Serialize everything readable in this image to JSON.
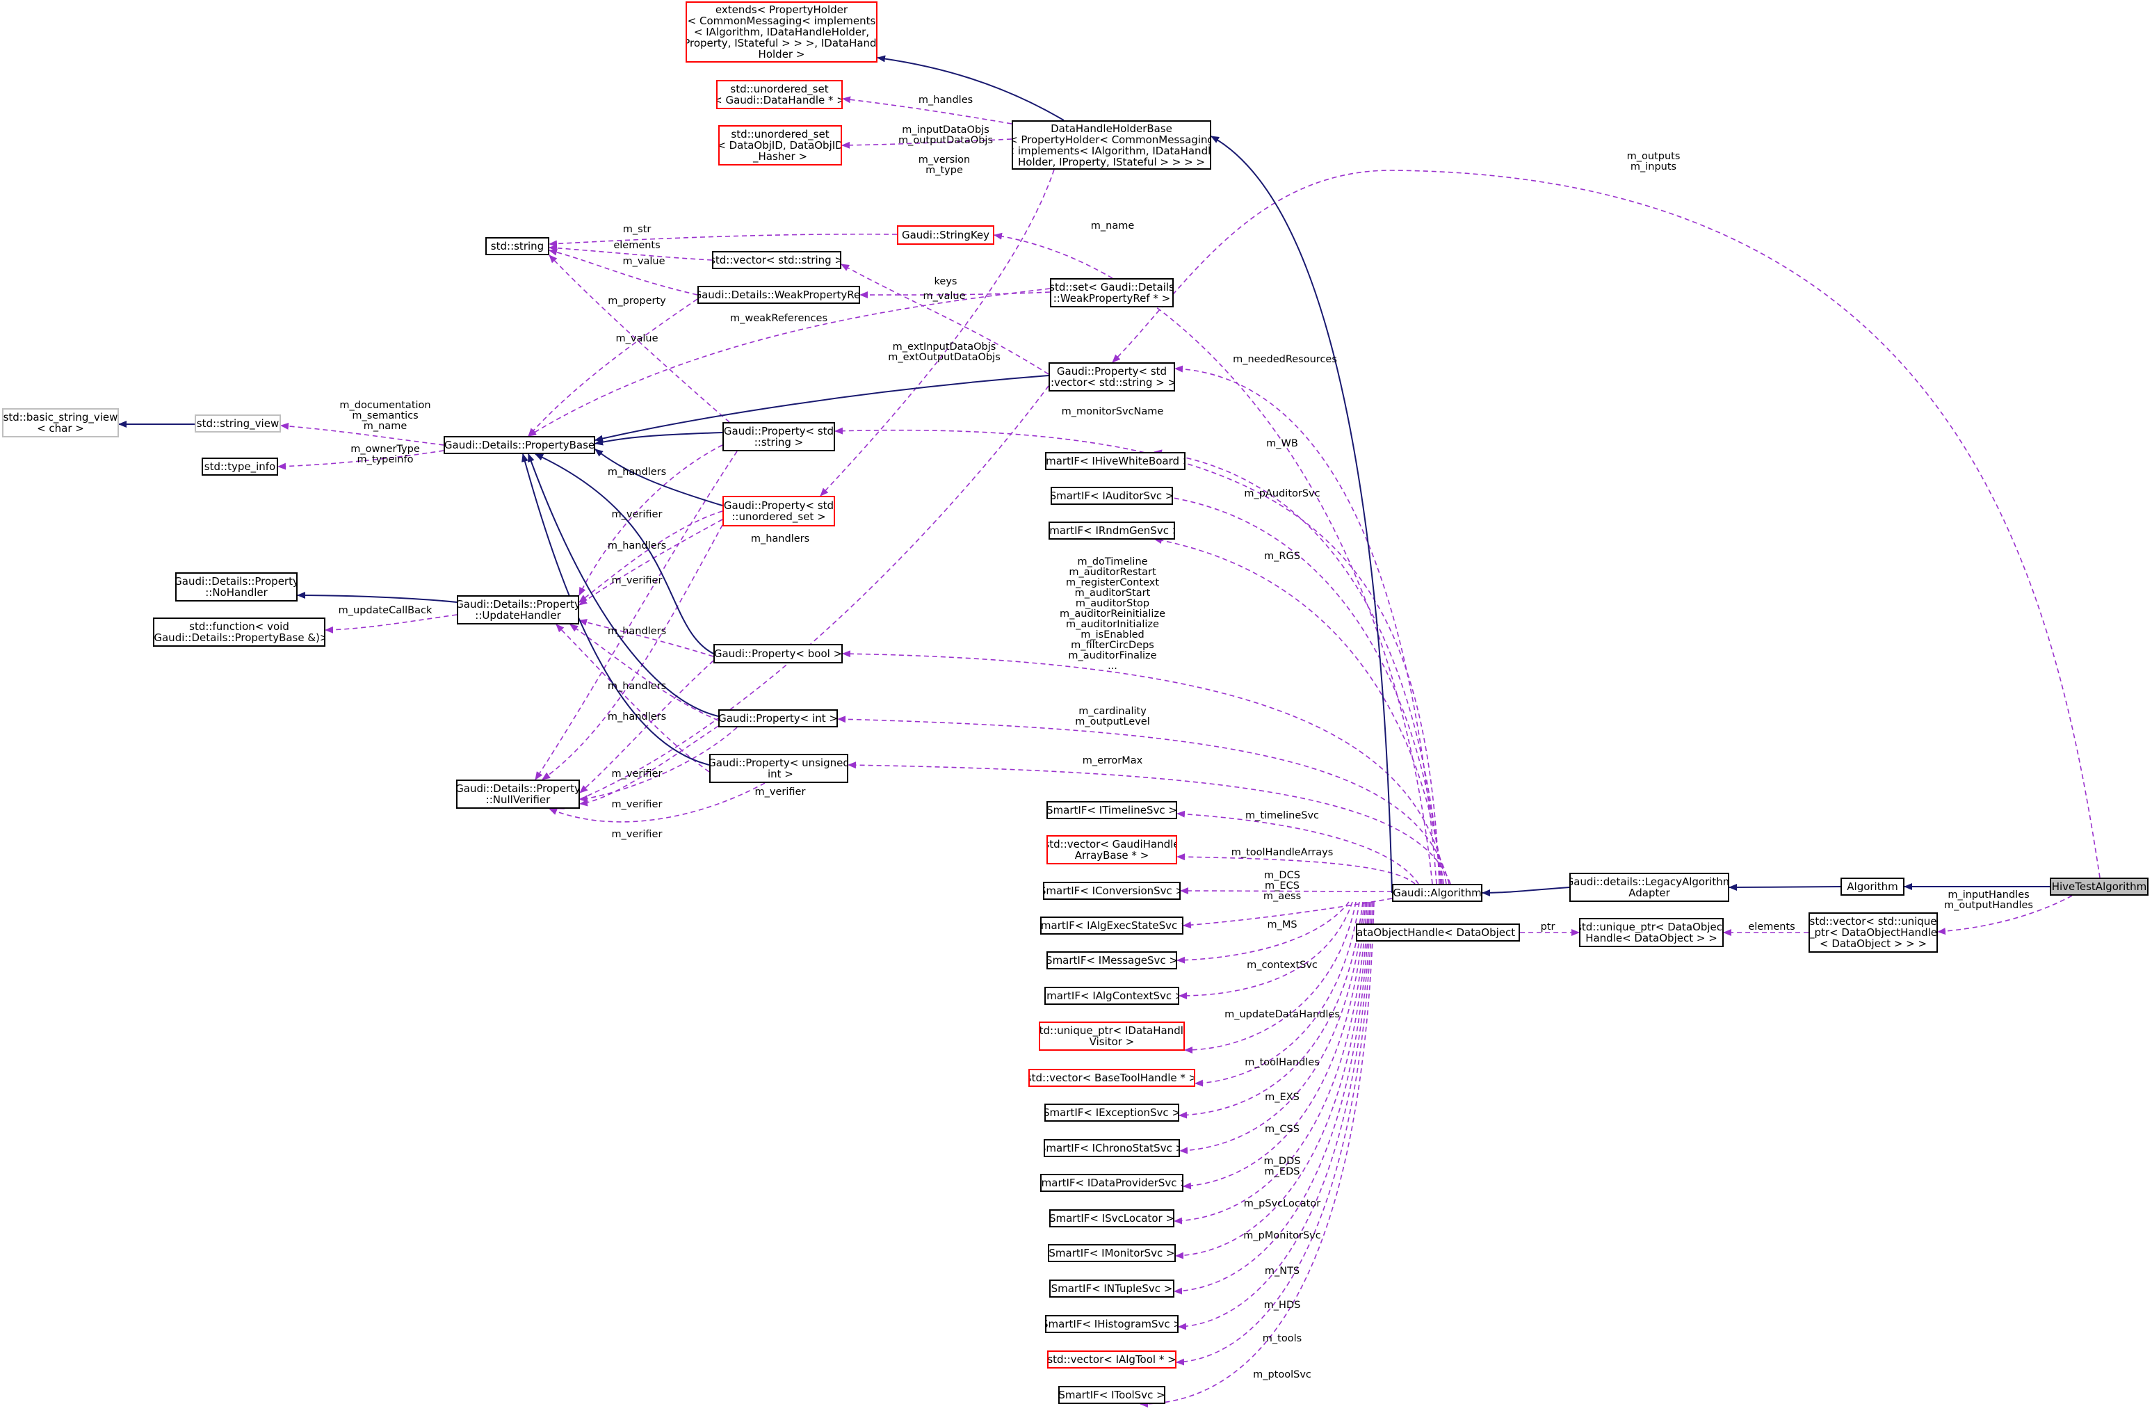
{
  "diagram": {
    "nodes": {
      "n_extends": "extends< PropertyHolder\n< CommonMessaging< implements\n< IAlgorithm, IDataHandleHolder,\n IProperty, IStateful > > >, IDataHandle\nHolder >",
      "n_uset_dh": "std::unordered_set\n< Gaudi::DataHandle * >",
      "n_uset_dobj": "std::unordered_set\n< DataObjID, DataObjID\n_Hasher >",
      "n_dhhb": "DataHandleHolderBase\n< PropertyHolder< CommonMessaging\n< implements< IAlgorithm, IDataHandle\nHolder, IProperty, IStateful > > > >",
      "n_string": "std::string",
      "n_stringkey": "Gaudi::StringKey",
      "n_vecstr": "std::vector< std::string >",
      "n_weakref": "Gaudi::Details::WeakPropertyRef",
      "n_setweak": "std::set< Gaudi::Details\n::WeakPropertyRef * >",
      "n_propvec": "Gaudi::Property< std\n::vector< std::string > >",
      "n_bsv": "std::basic_string_view\n< char >",
      "n_sv": "std::string_view",
      "n_propbase": "Gaudi::Details::PropertyBase",
      "n_typeinfo": "std::type_info",
      "n_propstr": "Gaudi::Property< std\n::string >",
      "n_propuset": "Gaudi::Property< std\n::unordered_set >",
      "n_nohandler": "Gaudi::Details::Property\n::NoHandler",
      "n_stdfunc": "std::function< void\n(Gaudi::Details::PropertyBase &)>",
      "n_updhandler": "Gaudi::Details::Property\n::UpdateHandler",
      "n_propbool": "Gaudi::Property< bool >",
      "n_propint": "Gaudi::Property< int >",
      "n_propuint": "Gaudi::Property< unsigned\n int >",
      "n_nullverifier": "Gaudi::Details::Property\n::NullVerifier",
      "n_si_wb": "SmartIF< IHiveWhiteBoard >",
      "n_si_aud": "SmartIF< IAuditorSvc >",
      "n_si_rnd": "SmartIF< IRndmGenSvc >",
      "n_si_tl": "SmartIF< ITimelineSvc >",
      "n_vec_gh": "std::vector< GaudiHandle\nArrayBase * >",
      "n_si_conv": "SmartIF< IConversionSvc >",
      "n_si_aes": "SmartIF< IAlgExecStateSvc >",
      "n_si_msg": "SmartIF< IMessageSvc >",
      "n_si_actx": "SmartIF< IAlgContextSvc >",
      "n_up_dhv": "std::unique_ptr< IDataHandle\nVisitor >",
      "n_vec_bth": "std::vector< BaseToolHandle * >",
      "n_si_exc": "SmartIF< IExceptionSvc >",
      "n_si_chr": "SmartIF< IChronoStatSvc >",
      "n_si_dp": "SmartIF< IDataProviderSvc >",
      "n_si_sl": "SmartIF< ISvcLocator >",
      "n_si_mon": "SmartIF< IMonitorSvc >",
      "n_si_nt": "SmartIF< INTupleSvc >",
      "n_si_hist": "SmartIF< IHistogramSvc >",
      "n_vec_tool": "std::vector< IAlgTool * >",
      "n_si_tool": "SmartIF< IToolSvc >",
      "n_algorithm": "Gaudi::Algorithm",
      "n_doh": "DataObjectHandle< DataObject >",
      "n_legacy": "Gaudi::details::LegacyAlgorithm\nAdapter",
      "n_up_doh": "std::unique_ptr< DataObject\nHandle< DataObject > >",
      "n_alg": "Algorithm",
      "n_vec_up": "std::vector< std::unique\n_ptr< DataObjectHandle\n< DataObject > > >",
      "n_hive": "HiveTestAlgorithm"
    },
    "labels": {
      "l_handles": "m_handles",
      "l_inputobjs": "m_inputDataObjs\nm_outputDataObjs",
      "l_version": "m_version\nm_type",
      "l_outputs": "m_outputs\nm_inputs",
      "l_name": "m_name",
      "l_str": "m_str",
      "l_elements": "elements",
      "l_value1": "m_value",
      "l_keys": "keys",
      "l_value2": "m_value",
      "l_property": "m_property",
      "l_weakrefs": "m_weakReferences",
      "l_value3": "m_value",
      "l_extinput": "m_extInputDataObjs\nm_extOutputDataObjs",
      "l_needed": "m_neededResources",
      "l_doc": "m_documentation\nm_semantics\nm_name",
      "l_monitor": "m_monitorSvcName",
      "l_owner": "m_ownerType\nm_typeinfo",
      "l_handlers1": "m_handlers",
      "l_wb": "m_WB",
      "l_verifier1": "m_verifier",
      "l_paud": "m_pAuditorSvc",
      "l_handlers2": "m_handlers",
      "l_handlers3": "m_handlers",
      "l_rgs": "m_RGS",
      "l_updcb": "m_updateCallBack",
      "l_verifier2": "m_verifier",
      "l_dotimeline": "m_doTimeline\nm_auditorRestart\nm_registerContext\nm_auditorStart\nm_auditorStop\nm_auditorReinitialize\nm_auditorInitialize\nm_isEnabled\nm_filterCircDeps\nm_auditorFinalize\n...",
      "l_handlers4": "m_handlers",
      "l_handlers5": "m_handlers",
      "l_cardinality": "m_cardinality\nm_outputLevel",
      "l_handlers6": "m_handlers",
      "l_errormax": "m_errorMax",
      "l_verifier3": "m_verifier",
      "l_verifier4": "m_verifier",
      "l_verifier5": "m_verifier",
      "l_verifier6": "m_verifier",
      "l_timeline": "m_timelineSvc",
      "l_toolha": "m_toolHandleArrays",
      "l_dcs": "m_DCS\nm_ECS\nm_aess",
      "l_ptr": "ptr",
      "l_elements2": "elements",
      "l_inhandles": "m_inputHandles\nm_outputHandles",
      "l_ms": "m_MS",
      "l_ctx": "m_contextSvc",
      "l_upddh": "m_updateDataHandles",
      "l_toolhandles": "m_toolHandles",
      "l_exs": "m_EXS",
      "l_css": "m_CSS",
      "l_dds": "m_DDS\nm_EDS",
      "l_psl": "m_pSvcLocator",
      "l_pmon": "m_pMonitorSvc",
      "l_nts": "m_NTS",
      "l_hds": "m_HDS",
      "l_tools": "m_tools",
      "l_ptool": "m_ptoolSvc"
    }
  }
}
